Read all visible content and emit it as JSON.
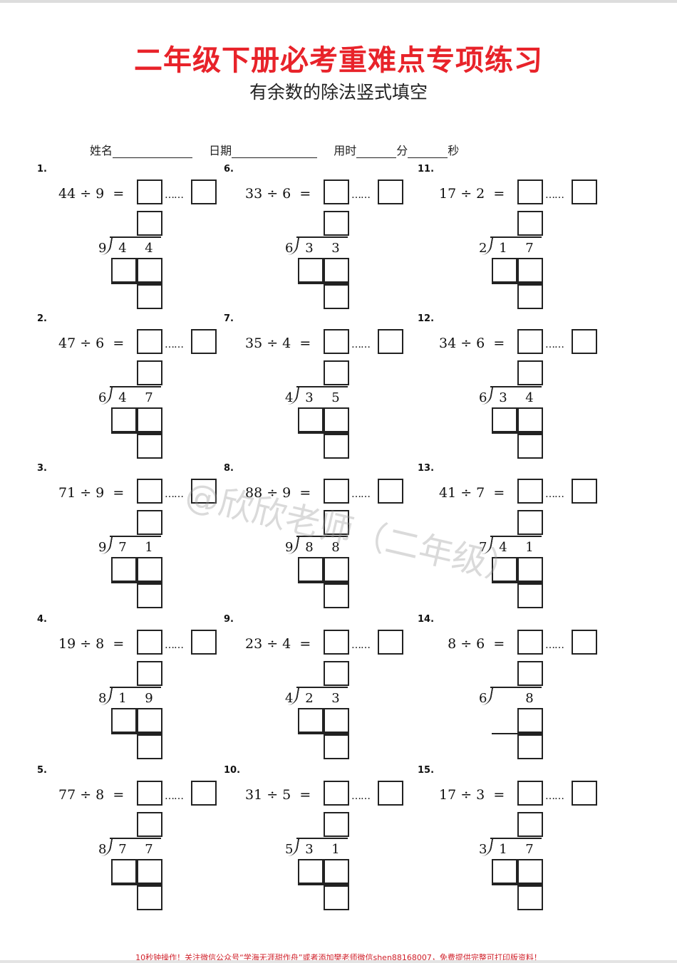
{
  "title": "二年级下册必考重难点专项练习",
  "subtitle": "有余数的除法竖式填空",
  "info": {
    "name_label": "姓名",
    "date_label": "日期",
    "time_label": "用时",
    "minute_label": "分",
    "second_label": "秒"
  },
  "problems": [
    {
      "number": "1.",
      "dividend": "44",
      "divisor": "9"
    },
    {
      "number": "2.",
      "dividend": "47",
      "divisor": "6"
    },
    {
      "number": "3.",
      "dividend": "71",
      "divisor": "9"
    },
    {
      "number": "4.",
      "dividend": "19",
      "divisor": "8"
    },
    {
      "number": "5.",
      "dividend": "77",
      "divisor": "8"
    },
    {
      "number": "6.",
      "dividend": "33",
      "divisor": "6"
    },
    {
      "number": "7.",
      "dividend": "35",
      "divisor": "4"
    },
    {
      "number": "8.",
      "dividend": "88",
      "divisor": "9"
    },
    {
      "number": "9.",
      "dividend": "23",
      "divisor": "4"
    },
    {
      "number": "10.",
      "dividend": "31",
      "divisor": "5"
    },
    {
      "number": "11.",
      "dividend": "17",
      "divisor": "2"
    },
    {
      "number": "12.",
      "dividend": "34",
      "divisor": "6"
    },
    {
      "number": "13.",
      "dividend": "41",
      "divisor": "7"
    },
    {
      "number": "14.",
      "dividend": "8",
      "divisor": "6"
    },
    {
      "number": "15.",
      "dividend": "17",
      "divisor": "3"
    }
  ],
  "symbols": {
    "divide": "÷",
    "equals": "=",
    "remainder_dots": "……"
  },
  "watermark": "@欣欣老师（二年级）",
  "footer": "10秒钟操作！关注微信公众号“学海无涯甜作舟”或者添加樊老师微信shen88168007，免费提供完整可打印版资料！",
  "colors": {
    "title": "#e8232a",
    "footer": "#d0202a"
  }
}
